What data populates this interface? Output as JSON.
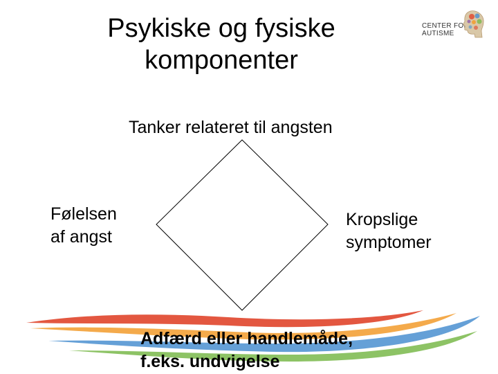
{
  "title": {
    "line1": "Psykiske og fysiske",
    "line2": "komponenter"
  },
  "logo": {
    "line1": "CENTER FOR",
    "line2": "AUTISME"
  },
  "diagram": {
    "top": "Tanker relateret til angsten",
    "left_line1": "Følelsen",
    "left_line2": "af angst",
    "right_line1": "Kropslige",
    "right_line2": "symptomer",
    "bottom_line1": "Adfærd eller handlemåde,",
    "bottom_line2": "f.eks. undvigelse"
  },
  "colors": {
    "swoosh_red": "#e0452b",
    "swoosh_orange": "#f29b2c",
    "swoosh_blue": "#4a8fd0",
    "swoosh_green": "#79b84a"
  }
}
